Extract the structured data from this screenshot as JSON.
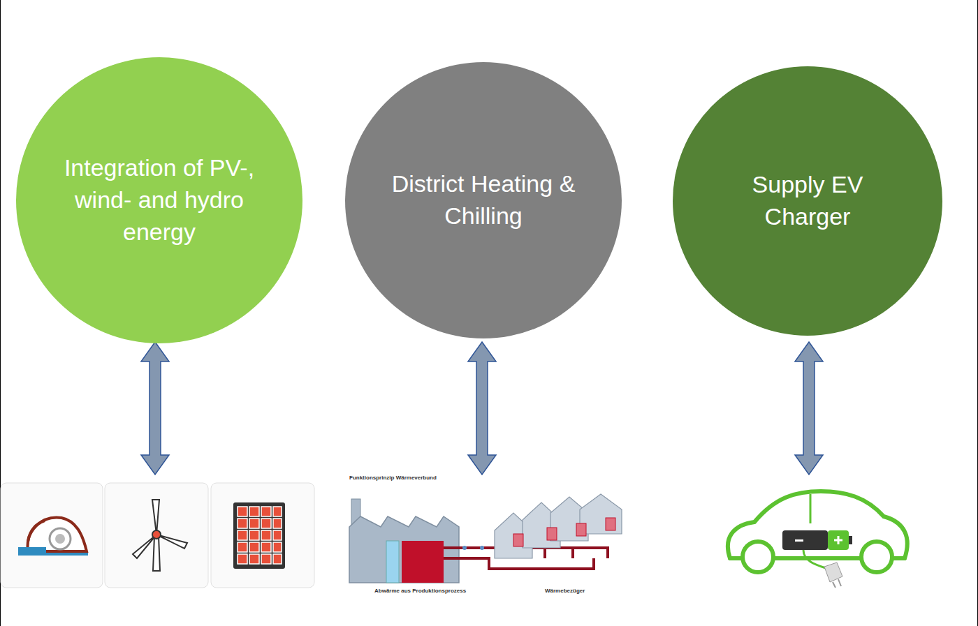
{
  "diagram": {
    "nodes": [
      {
        "text": [
          "Integration of PV-, wind- and hydro energy"
        ]
      },
      {
        "text": [
          "District Heating & Chilling"
        ]
      },
      {
        "text": [
          "Supply EV Charger"
        ]
      }
    ],
    "labels": [
      "Funktionsprinzip Wärmeverbund",
      "Abwärme aus Produktionsprozess",
      "Wärmebezüger"
    ]
  }
}
